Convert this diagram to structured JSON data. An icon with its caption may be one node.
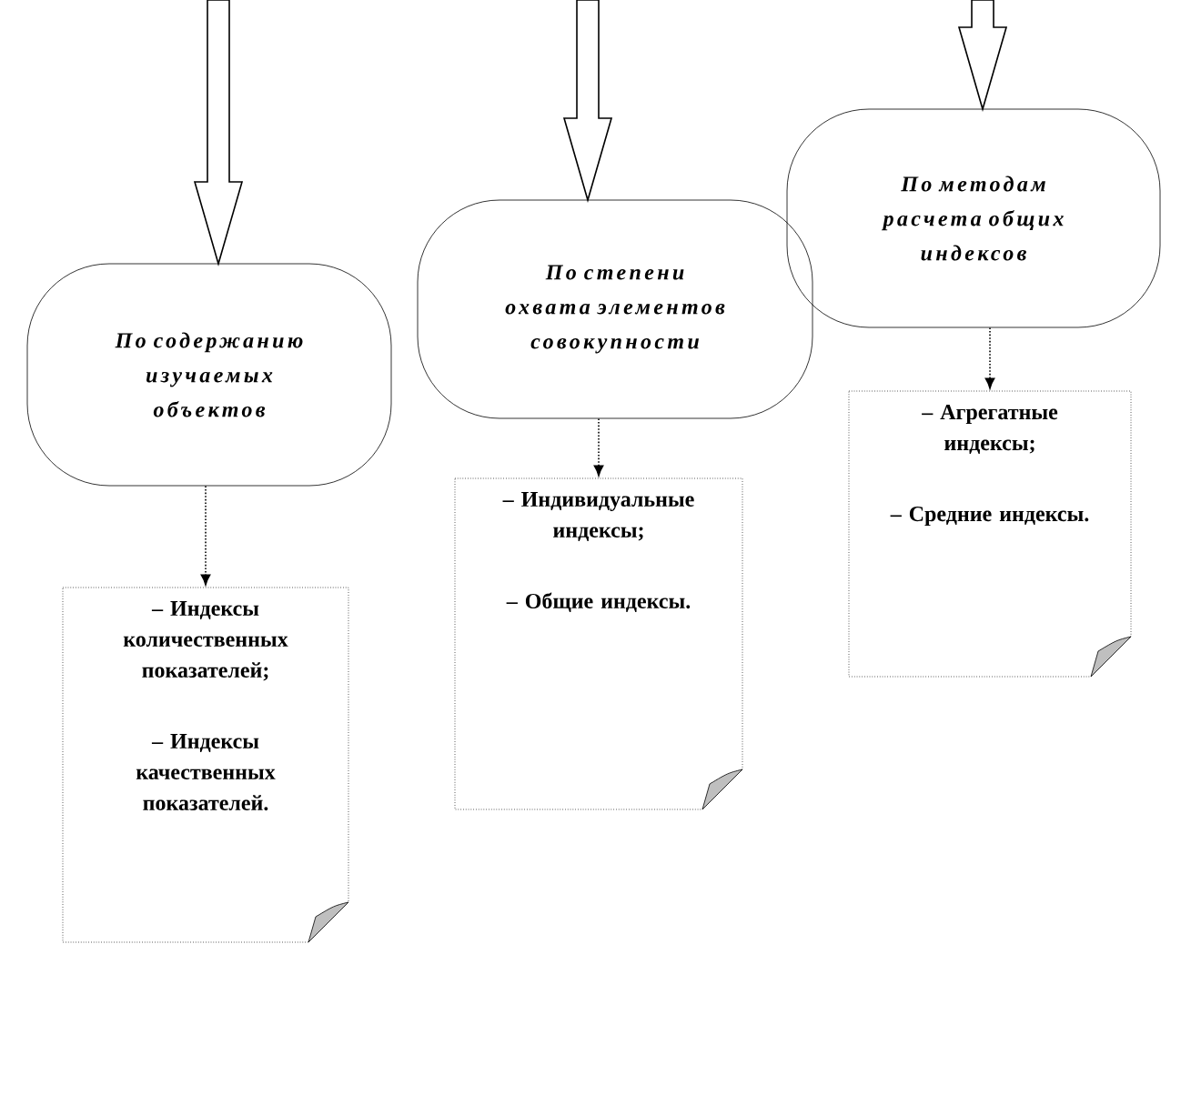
{
  "diagram": {
    "nodes": [
      {
        "text": [
          "По содержанию изучаемых объектов"
        ]
      },
      {
        "text": [
          "По степени охвата элементов совокупности"
        ]
      },
      {
        "text": [
          "По методам расчета общих индексов"
        ]
      },
      {
        "text": [
          "– Индексы количественных показателей;",
          "– Индексы качественных показателей."
        ]
      },
      {
        "text": [
          "– Индивидуальные индексы;",
          "– Общие индексы."
        ]
      },
      {
        "text": [
          "– Агрегатные индексы;",
          "– Средние индексы."
        ]
      }
    ],
    "edges": [
      {
        "from": null,
        "to": 0,
        "arrow": "to"
      },
      {
        "from": null,
        "to": 1,
        "arrow": "to"
      },
      {
        "from": null,
        "to": 2,
        "arrow": "to"
      },
      {
        "from": 0,
        "to": 3,
        "arrow": "to",
        "style": "dashed"
      },
      {
        "from": 1,
        "to": 4,
        "arrow": "to",
        "style": "dashed"
      },
      {
        "from": 2,
        "to": 5,
        "arrow": "to",
        "style": "dashed"
      }
    ]
  }
}
